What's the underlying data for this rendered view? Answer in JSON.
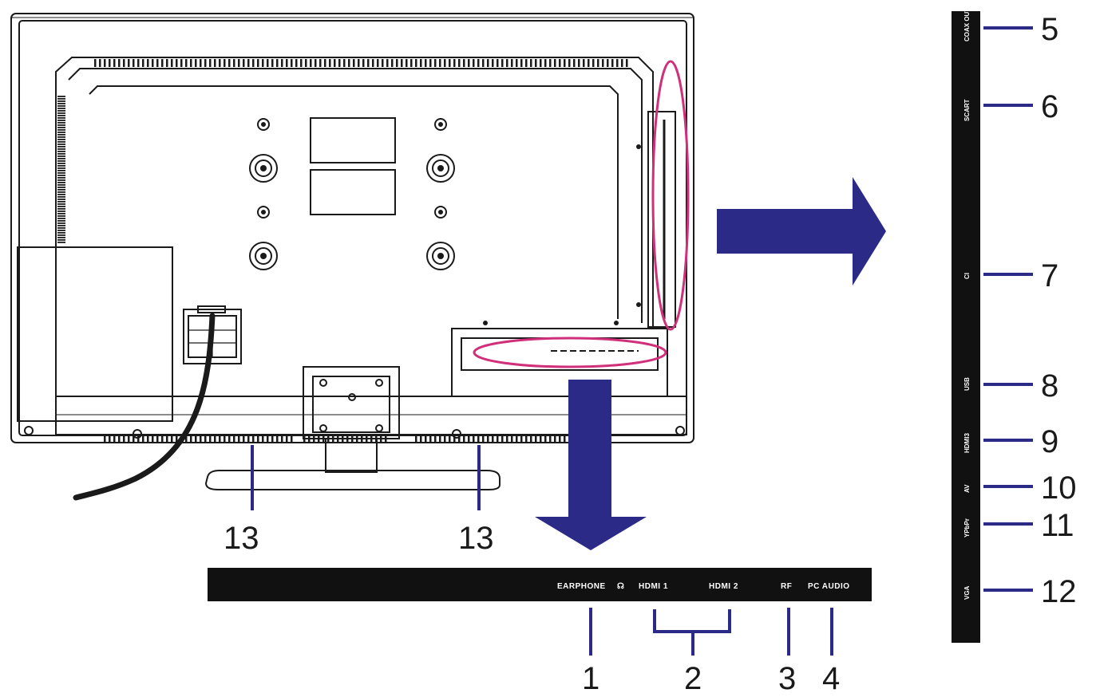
{
  "bottom_ports": {
    "earphone": "EARPHONE",
    "hdmi1": "HDMI 1",
    "hdmi2": "HDMI 2",
    "rf": "RF",
    "pc_audio": "PC AUDIO"
  },
  "side_ports": {
    "coax_out": "COAX OUT",
    "scart": "SCART",
    "ci": "CI",
    "usb": "USB",
    "hdmi3": "HDMI3",
    "av": "AV",
    "ypbpr": "YPbPr",
    "vga": "VGA"
  },
  "callouts": {
    "c1": "1",
    "c2": "2",
    "c3": "3",
    "c4": "4",
    "c5": "5",
    "c6": "6",
    "c7": "7",
    "c8": "8",
    "c9": "9",
    "c10": "10",
    "c11": "11",
    "c12": "12",
    "c13a": "13",
    "c13b": "13"
  },
  "colors": {
    "arrow": "#2b2a86",
    "highlight": "#d0307a",
    "panel": "#111111",
    "line": "#1a1a1a"
  }
}
